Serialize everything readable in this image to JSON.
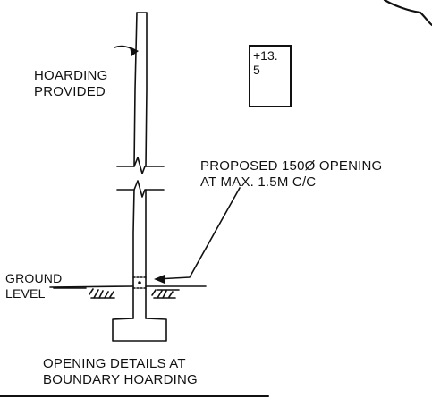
{
  "labels": {
    "hoarding_line1": "HOARDING",
    "hoarding_line2": "PROVIDED",
    "opening_line1": "PROPOSED 150Ø OPENING",
    "opening_line2": "AT MAX. 1.5M C/C",
    "ground_line1": "GROUND",
    "ground_line2": "LEVEL",
    "title_line1": "OPENING DETAILS AT",
    "title_line2": "BOUNDARY HOARDING"
  },
  "level_marker": {
    "line1": "+13.",
    "line2": "5"
  },
  "colors": {
    "ink": "#111111",
    "paper": "#ffffff"
  }
}
